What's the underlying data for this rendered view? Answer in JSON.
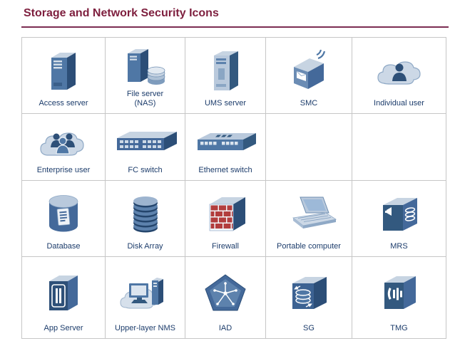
{
  "title": "Storage and Network Security Icons",
  "colors": {
    "title_text": "#7e1f3e",
    "divider": "#7c2d52",
    "label_text": "#1c3c6b",
    "icon_blue_dark": "#2c4e77",
    "icon_blue_mid": "#4f77a5",
    "icon_blue_light": "#c7d4e2",
    "firewall_brick_red": "#b23d3d",
    "grid_border": "#c6c6c6"
  },
  "grid": {
    "rows": [
      {
        "cells": [
          {
            "label": "Access server",
            "icon": "access-server-icon"
          },
          {
            "label": "File server\n(NAS)",
            "icon": "file-server-nas-icon"
          },
          {
            "label": "UMS server",
            "icon": "ums-server-icon"
          },
          {
            "label": "SMC",
            "icon": "smc-icon"
          },
          {
            "label": "Individual user",
            "icon": "individual-user-icon"
          }
        ]
      },
      {
        "cells": [
          {
            "label": "Enterprise user",
            "icon": "enterprise-user-icon"
          },
          {
            "label": "FC switch",
            "icon": "fc-switch-icon"
          },
          {
            "label": "Ethernet switch",
            "icon": "ethernet-switch-icon"
          },
          {
            "label": "",
            "icon": ""
          },
          {
            "label": "",
            "icon": ""
          }
        ]
      },
      {
        "cells": [
          {
            "label": "Database",
            "icon": "database-icon"
          },
          {
            "label": "Disk Array",
            "icon": "disk-array-icon"
          },
          {
            "label": "Firewall",
            "icon": "firewall-icon"
          },
          {
            "label": "Portable computer",
            "icon": "portable-computer-icon"
          },
          {
            "label": "MRS",
            "icon": "mrs-icon"
          }
        ]
      },
      {
        "cells": [
          {
            "label": "App Server",
            "icon": "app-server-icon"
          },
          {
            "label": "Upper-layer NMS",
            "icon": "upper-layer-nms-icon"
          },
          {
            "label": "IAD",
            "icon": "iad-icon"
          },
          {
            "label": "SG",
            "icon": "sg-icon"
          },
          {
            "label": "TMG",
            "icon": "tmg-icon"
          }
        ]
      }
    ]
  }
}
